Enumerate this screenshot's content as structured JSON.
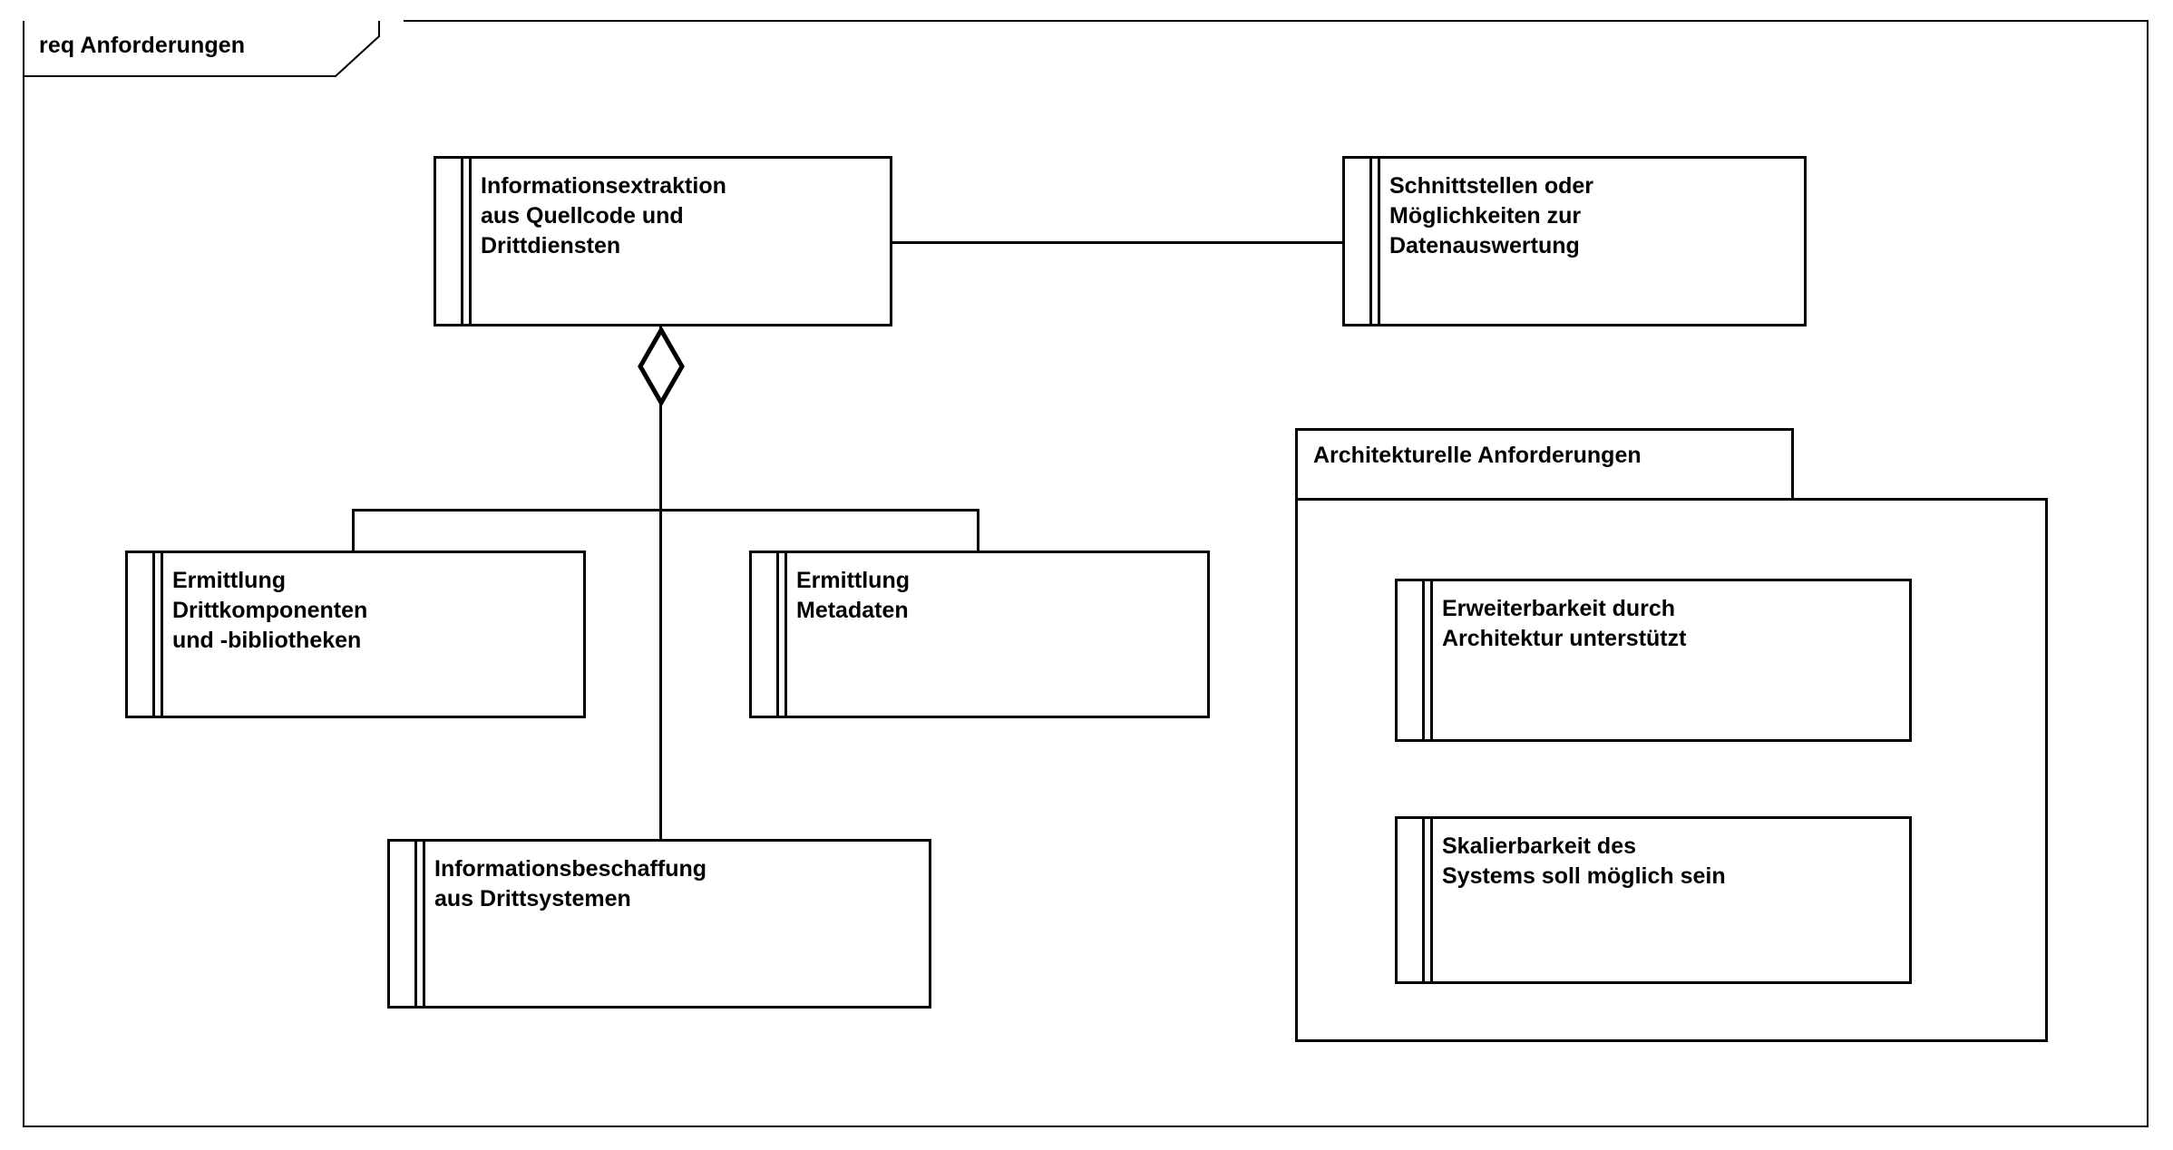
{
  "diagram": {
    "kind": "uml-requirements-diagram",
    "frame_label": "req Anforderungen",
    "frame_prefix": "req",
    "frame_name": "Anforderungen",
    "stroke_color": "#000000",
    "background_color": "#ffffff"
  },
  "nodes": {
    "informationsextraktion": {
      "lines": [
        "Informationsextraktion",
        "aus Quellcode und",
        "Drittdiensten"
      ]
    },
    "schnittstellen": {
      "lines": [
        "Schnittstellen oder",
        "Möglichkeiten zur",
        "Datenauswertung"
      ]
    },
    "drittkomponenten": {
      "lines": [
        "Ermittlung",
        "Drittkomponenten",
        "und -bibliotheken"
      ]
    },
    "metadaten": {
      "lines": [
        "Ermittlung",
        "Metadaten"
      ]
    },
    "informationsbeschaffung": {
      "lines": [
        "Informationsbeschaffung",
        "aus Drittsystemen"
      ]
    },
    "erweiterbarkeit": {
      "lines": [
        "Erweiterbarkeit durch",
        "Architektur unterstützt"
      ]
    },
    "skalierbarkeit": {
      "lines": [
        "Skalierbarkeit des",
        "Systems soll möglich sein"
      ]
    }
  },
  "package": {
    "label": "Architekturelle Anforderungen"
  },
  "relationships": [
    {
      "name": "association",
      "from": "informationsextraktion",
      "to": "schnittstellen",
      "style": "plain-line"
    },
    {
      "name": "aggregation",
      "from": "informationsextraktion",
      "to": [
        "drittkomponenten",
        "metadaten",
        "informationsbeschaffung"
      ],
      "style": "hollow-diamond-tree"
    }
  ]
}
